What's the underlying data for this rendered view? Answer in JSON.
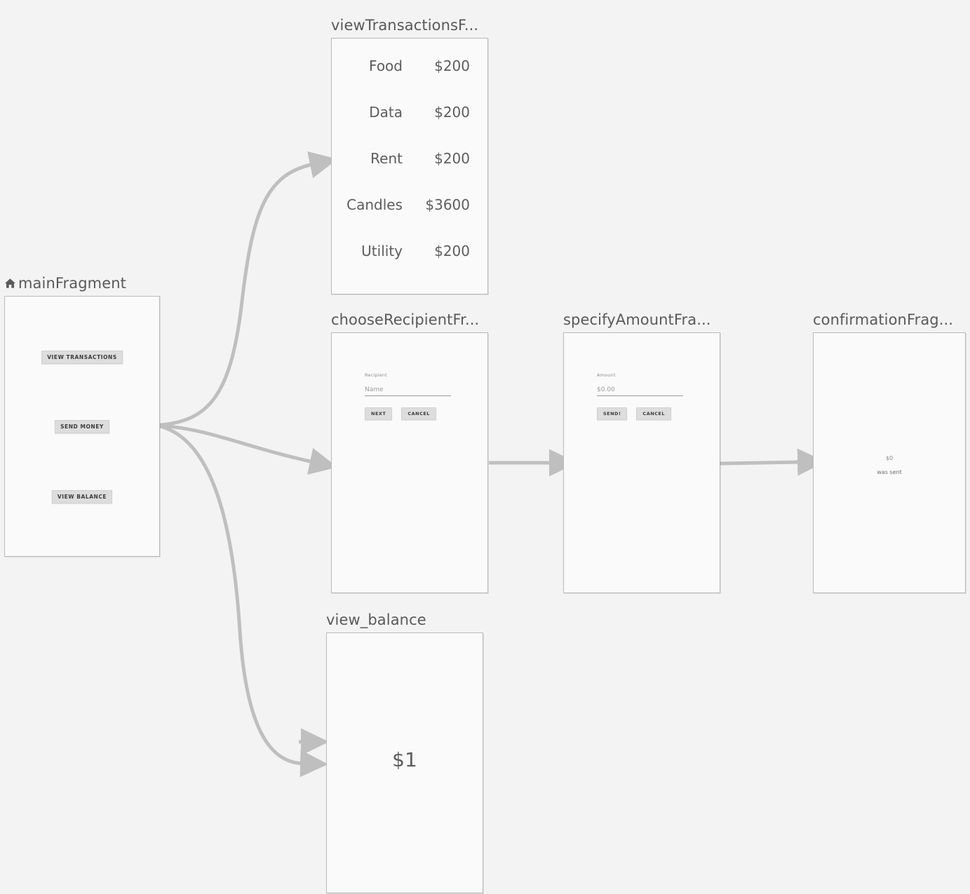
{
  "canvas": {
    "background": "#f3f3f3",
    "edge_color": "#bfbfbf",
    "node_border_color": "#b9b9b9",
    "node_fill_color": "#fafafa",
    "title_color": "#59595b"
  },
  "nodes": {
    "main": {
      "title": "mainFragment",
      "icon": "home-icon",
      "buttons": [
        {
          "label": "VIEW TRANSACTIONS"
        },
        {
          "label": "SEND MONEY"
        },
        {
          "label": "VIEW BALANCE"
        }
      ]
    },
    "view_transactions": {
      "title": "viewTransactionsF...",
      "rows": [
        {
          "label": "Food",
          "amount": "$200"
        },
        {
          "label": "Data",
          "amount": "$200"
        },
        {
          "label": "Rent",
          "amount": "$200"
        },
        {
          "label": "Candles",
          "amount": "$3600"
        },
        {
          "label": "Utility",
          "amount": "$200"
        }
      ]
    },
    "choose_recipient": {
      "title": "chooseRecipientFr...",
      "caption": "Recipient",
      "field_placeholder": "Name",
      "primary_button": "NEXT",
      "secondary_button": "CANCEL"
    },
    "specify_amount": {
      "title": "specifyAmountFra...",
      "caption": "Amount",
      "field_placeholder": "$0.00",
      "primary_button": "SEND!",
      "secondary_button": "CANCEL"
    },
    "confirmation": {
      "title": "confirmationFrag...",
      "amount": "$0",
      "message": "was sent"
    },
    "view_balance": {
      "title": "view_balance",
      "amount": "$1"
    }
  }
}
